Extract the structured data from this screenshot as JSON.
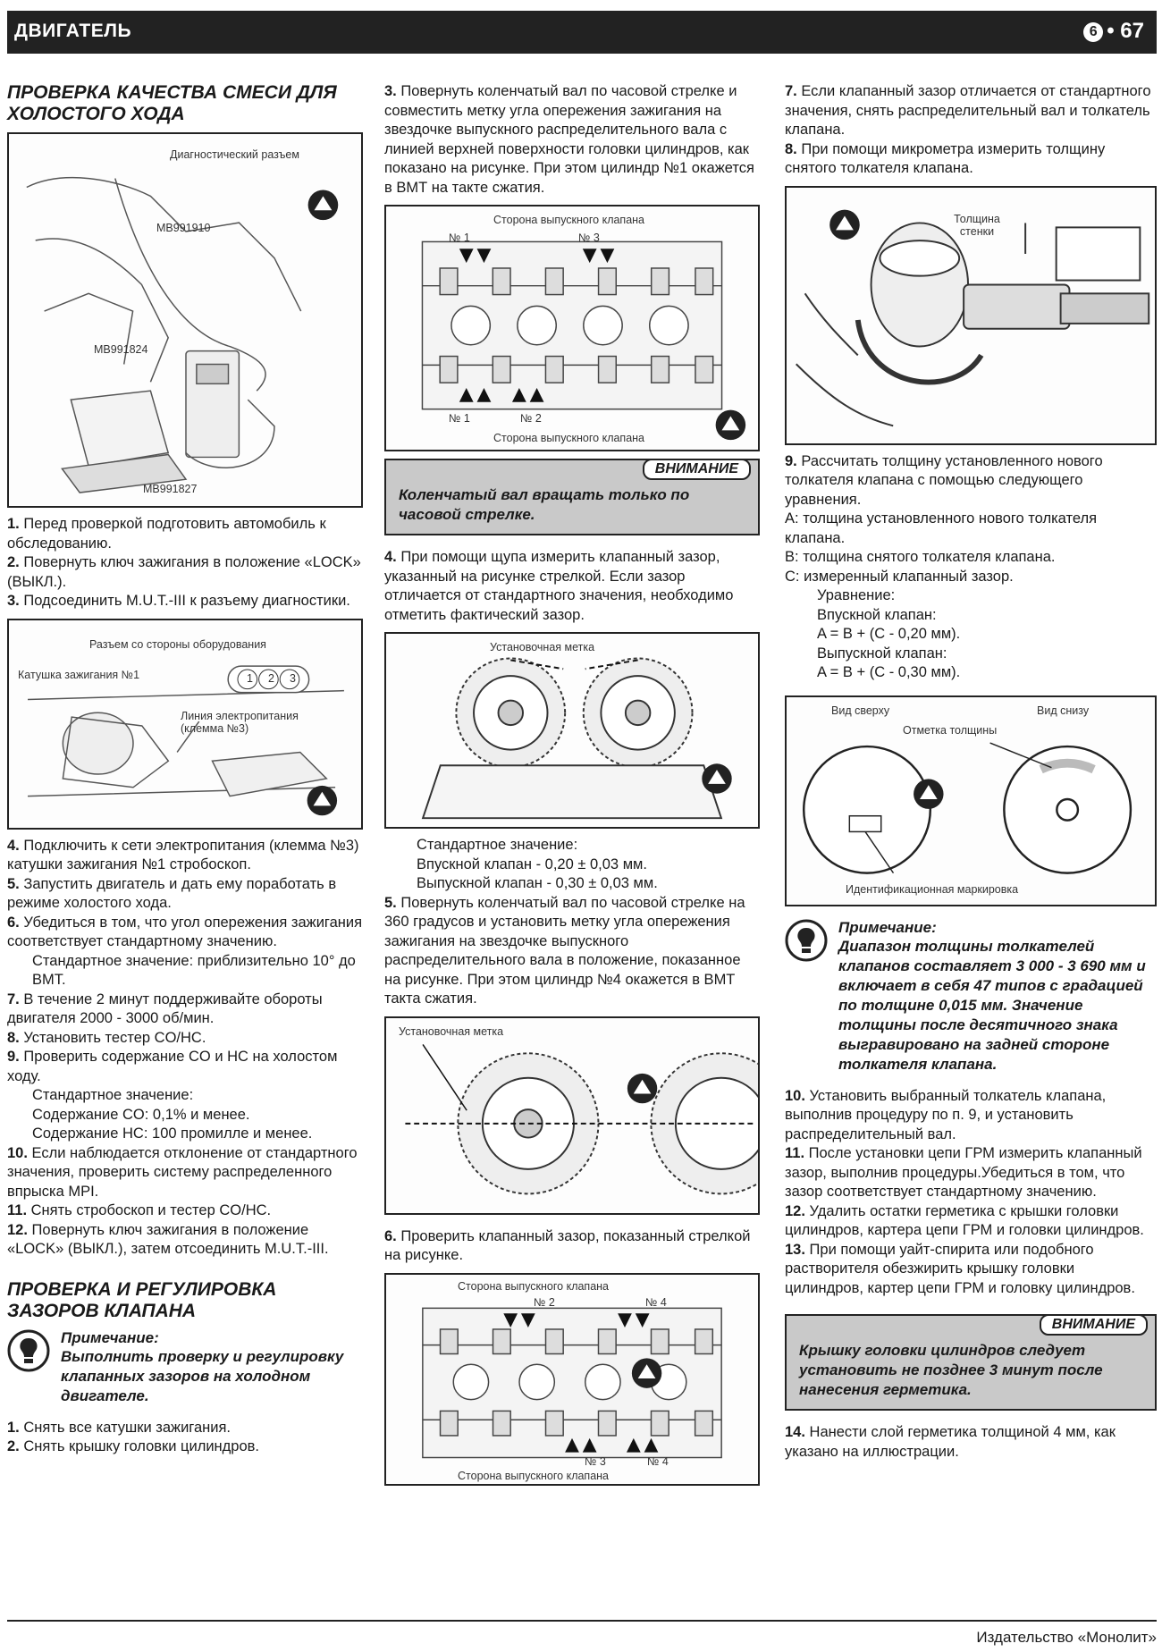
{
  "header": {
    "section": "ДВИГАТЕЛЬ",
    "chapter": "6",
    "page": "• 67"
  },
  "col1": {
    "title1": "ПРОВЕРКА КАЧЕСТВА СМЕСИ ДЛЯ ХОЛОСТОГО ХОДА",
    "fig1": {
      "diag": "Диагностический разъем",
      "p1": "MB991910",
      "p2": "MB991824",
      "p3": "MB991827"
    },
    "steps_a": [
      {
        "n": "1.",
        "t": "Перед проверкой подготовить автомобиль к обследованию."
      },
      {
        "n": "2.",
        "t": "Повернуть ключ зажигания в положение «LOCK» (ВЫКЛ.)."
      },
      {
        "n": "3.",
        "t": "Подсоединить M.U.T.-III к разъему диагностики."
      }
    ],
    "fig2": {
      "conn": "Разъем со стороны оборудования",
      "coil": "Катушка зажигания №1",
      "line": "Линия электропитания (клемма №3)",
      "pins": [
        "1",
        "2",
        "3"
      ]
    },
    "steps_b": [
      {
        "n": "4.",
        "t": "Подключить к сети электропитания (клемма №3) катушки зажигания №1 стробоскоп."
      },
      {
        "n": "5.",
        "t": "Запустить двигатель и дать ему поработать в режиме холостого хода."
      },
      {
        "n": "6.",
        "t": "Убедиться в том, что угол опережения зажигания соответствует стандартному значению."
      }
    ],
    "std1": "Стандартное значение: приблизительно 10° до ВМТ.",
    "steps_c": [
      {
        "n": "7.",
        "t": "В течение 2 минут поддерживайте обороты двигателя 2000 - 3000 об/мин."
      },
      {
        "n": "8.",
        "t": "Установить тестер CO/HC."
      },
      {
        "n": "9.",
        "t": "Проверить содержание CO и HC на холостом ходу."
      }
    ],
    "std2_title": "Стандартное значение:",
    "std2_co": "Содержание CO: 0,1% и менее.",
    "std2_hc": "Содержание HC: 100 промилле и менее.",
    "steps_d": [
      {
        "n": "10.",
        "t": "Если наблюдается отклонение от стандартного значения, проверить систему распределенного впрыска MPI."
      },
      {
        "n": "11.",
        "t": "Снять стробоскоп и тестер CO/HC."
      },
      {
        "n": "12.",
        "t": "Повернуть ключ зажигания в положение «LOCK» (ВЫКЛ.), затем отсоединить M.U.T.-III."
      }
    ],
    "title2": "ПРОВЕРКА И РЕГУЛИРОВКА ЗАЗОРОВ КЛАПАНА",
    "note_title": "Примечание:",
    "note_text": "Выполнить проверку и регулировку клапанных зазоров на холодном двигателе.",
    "steps_e": [
      {
        "n": "1.",
        "t": "Снять все катушки зажигания."
      },
      {
        "n": "2.",
        "t": "Снять крышку головки цилиндров."
      }
    ]
  },
  "col2": {
    "step3": {
      "n": "3.",
      "t": "Повернуть коленчатый вал по часовой стрелке и совместить метку угла опережения зажигания на звездочке выпускного распределительного вала с линией верхней поверхности головки цилиндров, как показано на рисунке. При этом цилиндр №1 окажется в ВМТ на такте сжатия."
    },
    "fig3": {
      "top": "Сторона выпускного клапана",
      "bottom": "Сторона выпускного клапана",
      "n1": "№ 1",
      "n3": "№ 3",
      "n1b": "№ 1",
      "n2": "№ 2"
    },
    "warn_tag": "ВНИМАНИЕ",
    "warn_text": "Коленчатый вал вращать только по часовой стрелке.",
    "step4": {
      "n": "4.",
      "t": "При помощи щупа измерить клапанный зазор, указанный на рисунке стрелкой. Если зазор отличается от стандартного значения, необходимо отметить фактический зазор."
    },
    "fig4": {
      "label": "Установочная метка"
    },
    "std_title": "Стандартное значение:",
    "std_in": "Впускной клапан - 0,20 ± 0,03 мм.",
    "std_out": "Выпускной клапан - 0,30 ± 0,03 мм.",
    "step5": {
      "n": "5.",
      "t": "Повернуть коленчатый вал по часовой стрелке на 360 градусов и установить метку угла опережения зажигания на звездочке выпускного распределительного вала в положение, показанное на рисунке. При этом цилиндр №4 окажется в ВМТ такта сжатия."
    },
    "fig5": {
      "label": "Установочная метка"
    },
    "step6": {
      "n": "6.",
      "t": "Проверить клапанный зазор, показанный стрелкой на рисунке."
    },
    "fig6": {
      "top": "Сторона выпускного клапана",
      "bottom": "Сторона выпускного клапана",
      "n2": "№ 2",
      "n4": "№ 4",
      "n3b": "№ 3",
      "n4b": "№ 4"
    }
  },
  "col3": {
    "steps_a": [
      {
        "n": "7.",
        "t": "Если клапанный зазор отличается от стандартного значения, снять распределительный вал и толкатель клапана."
      },
      {
        "n": "8.",
        "t": "При помощи микрометра измерить толщину снятого толкателя клапана."
      }
    ],
    "fig7": {
      "label": "Толщина стенки"
    },
    "step9": {
      "n": "9.",
      "t": "Рассчитать толщину установленного нового толкателя клапана с помощью следующего уравнения."
    },
    "defs": [
      {
        "k": "A:",
        "t": "толщина установленного нового толкателя клапана."
      },
      {
        "k": "B:",
        "t": "толщина снятого толкателя клапана."
      },
      {
        "k": "C:",
        "t": "измеренный клапанный зазор."
      }
    ],
    "eq_title": "Уравнение:",
    "eq_in_title": "Впускной клапан:",
    "eq_in": "A = B + (C - 0,20 мм).",
    "eq_out_title": "Выпускной клапан:",
    "eq_out": "A = B + (C - 0,30 мм).",
    "fig8": {
      "top": "Вид сверху",
      "bottom": "Вид снизу",
      "mark": "Отметка толщины",
      "ident": "Идентификационная маркировка"
    },
    "note_title": "Примечание:",
    "note_text": "Диапазон толщины толкателей клапанов составляет 3 000 - 3 690 мм и включает в себя 47 типов с градацией по толщине 0,015 мм. Значение толщины после десятичного знака выгравировано на задней стороне толкателя клапана.",
    "steps_b": [
      {
        "n": "10.",
        "t": "Установить выбранный толкатель клапана, выполнив процедуру по п. 9, и установить распределительный вал."
      },
      {
        "n": "11.",
        "t": "После установки цепи ГРМ измерить клапанный зазор, выполнив процедуры.Убедиться в том, что зазор соответствует стандартному значению."
      },
      {
        "n": "12.",
        "t": "Удалить остатки герметика с крышки головки цилиндров, картера цепи ГРМ и головки цилиндров."
      },
      {
        "n": "13.",
        "t": "При помощи уайт-спирита или подобного растворителя обезжирить крышку головки цилиндров, картер цепи ГРМ и головку цилиндров."
      }
    ],
    "warn_tag": "ВНИМАНИЕ",
    "warn_text": "Крышку головки цилиндров следует установить не позднее 3 минут после нанесения герметика.",
    "step14": {
      "n": "14.",
      "t": "Нанести слой герметика толщиной 4 мм, как указано на иллюстрации."
    }
  },
  "footer": {
    "publisher": "Издательство «Монолит»"
  }
}
